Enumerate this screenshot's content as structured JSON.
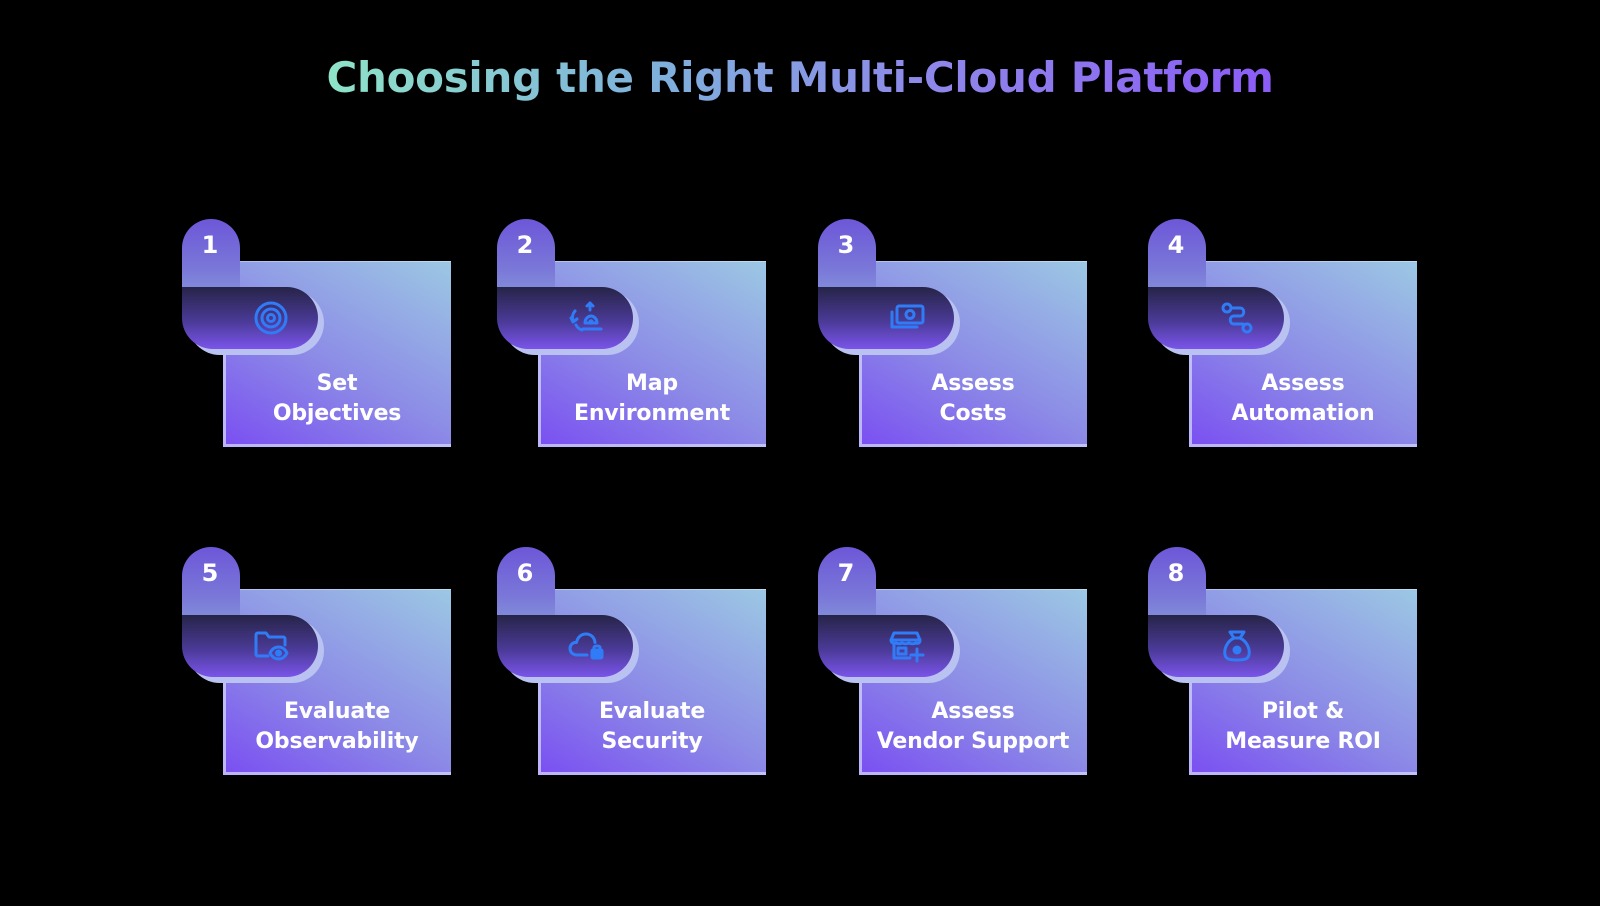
{
  "title": "Choosing the Right Multi-Cloud Platform",
  "colors": {
    "background": "#000000",
    "title_gradient_start": "#8fe3c8",
    "title_gradient_end": "#8b5cf6",
    "card_gradient_start": "#7a4ef2",
    "card_gradient_end": "#9cc8e4",
    "icon": "#2f7cf6"
  },
  "steps": [
    {
      "number": "1",
      "line1": "Set",
      "line2": "Objectives",
      "icon": "target-icon"
    },
    {
      "number": "2",
      "line1": "Map",
      "line2": "Environment",
      "icon": "map-sync-icon"
    },
    {
      "number": "3",
      "line1": "Assess",
      "line2": "Costs",
      "icon": "money-icon"
    },
    {
      "number": "4",
      "line1": "Assess",
      "line2": "Automation",
      "icon": "workflow-route-icon"
    },
    {
      "number": "5",
      "line1": "Evaluate",
      "line2": "Observability",
      "icon": "folder-eye-icon"
    },
    {
      "number": "6",
      "line1": "Evaluate",
      "line2": "Security",
      "icon": "cloud-lock-icon"
    },
    {
      "number": "7",
      "line1": "Assess",
      "line2": "Vendor Support",
      "icon": "store-add-icon"
    },
    {
      "number": "8",
      "line1": "Pilot &",
      "line2": "Measure ROI",
      "icon": "money-bag-icon"
    }
  ]
}
